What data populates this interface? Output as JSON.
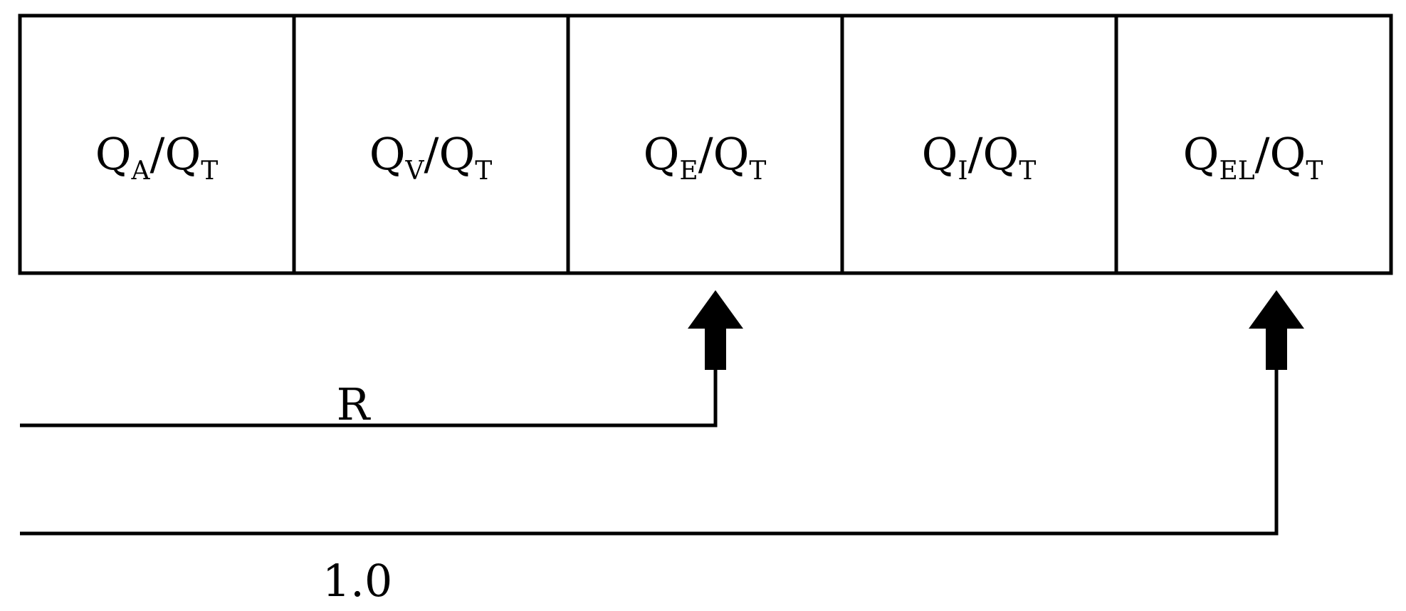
{
  "cells": [
    {
      "main": "Q",
      "sub": "A",
      "slash": "/",
      "main2": "Q",
      "sub2": "T"
    },
    {
      "main": "Q",
      "sub": "V",
      "slash": "/",
      "main2": "Q",
      "sub2": "T"
    },
    {
      "main": "Q",
      "sub": "E",
      "slash": "/",
      "main2": "Q",
      "sub2": "T"
    },
    {
      "main": "Q",
      "sub": "I",
      "slash": "/",
      "main2": "Q",
      "sub2": "T"
    },
    {
      "main": "Q",
      "sub": "EL",
      "slash": "/",
      "main2": "Q",
      "sub2": "T"
    }
  ],
  "lines": [
    {
      "label": "R"
    },
    {
      "label": "1.0"
    }
  ],
  "colors": {
    "stroke": "#000000",
    "background": "#ffffff"
  }
}
